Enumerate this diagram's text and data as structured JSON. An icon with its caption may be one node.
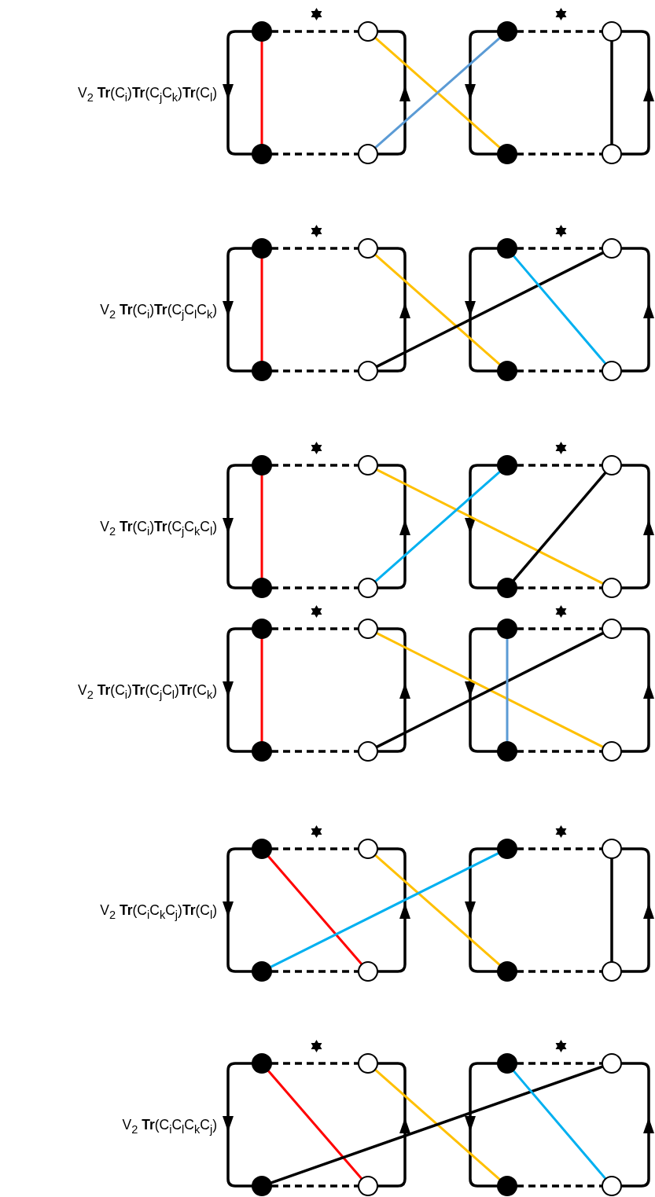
{
  "diagram": {
    "nodes": [
      {
        "text": [],
        "shape": "circle"
      },
      {
        "text": [],
        "shape": "circle"
      },
      {
        "text": [],
        "shape": "circle"
      },
      {
        "text": [],
        "shape": "circle"
      },
      {
        "text": [],
        "shape": "circle"
      },
      {
        "text": [],
        "shape": "circle"
      },
      {
        "text": [],
        "shape": "circle"
      },
      {
        "text": [],
        "shape": "circle"
      },
      {
        "text": [],
        "shape": "circle"
      },
      {
        "text": [],
        "shape": "circle"
      },
      {
        "text": [],
        "shape": "circle"
      },
      {
        "text": [],
        "shape": "circle"
      },
      {
        "text": [],
        "shape": "circle"
      },
      {
        "text": [],
        "shape": "circle"
      },
      {
        "text": [],
        "shape": "circle"
      },
      {
        "text": [],
        "shape": "circle"
      },
      {
        "text": [],
        "shape": "circle"
      },
      {
        "text": [],
        "shape": "circle"
      },
      {
        "text": [],
        "shape": "circle"
      },
      {
        "text": [],
        "shape": "circle"
      },
      {
        "text": [],
        "shape": "circle"
      },
      {
        "text": [],
        "shape": "circle"
      },
      {
        "text": [],
        "shape": "circle"
      },
      {
        "text": [],
        "shape": "circle"
      },
      {
        "text": [],
        "shape": "circle"
      },
      {
        "text": [],
        "shape": "circle"
      },
      {
        "text": [],
        "shape": "circle"
      },
      {
        "text": [],
        "shape": "circle"
      },
      {
        "text": [],
        "shape": "circle"
      },
      {
        "text": [],
        "shape": "circle"
      },
      {
        "text": [],
        "shape": "circle"
      },
      {
        "text": [],
        "shape": "circle"
      },
      {
        "text": [],
        "shape": "circle"
      },
      {
        "text": [],
        "shape": "circle"
      },
      {
        "text": [],
        "shape": "circle"
      },
      {
        "text": [],
        "shape": "circle"
      },
      {
        "text": [],
        "shape": "circle"
      },
      {
        "text": [],
        "shape": "circle"
      },
      {
        "text": [],
        "shape": "circle"
      },
      {
        "text": [],
        "shape": "circle"
      },
      {
        "text": [],
        "shape": "circle"
      },
      {
        "text": [],
        "shape": "circle"
      },
      {
        "text": [],
        "shape": "circle"
      },
      {
        "text": [],
        "shape": "circle"
      },
      {
        "text": [],
        "shape": "circle"
      },
      {
        "text": [],
        "shape": "circle"
      },
      {
        "text": [],
        "shape": "circle"
      },
      {
        "text": [],
        "shape": "circle"
      }
    ],
    "edges": [
      {
        "from": 0,
        "to": 1,
        "arrow": "none",
        "style": "dashed"
      },
      {
        "from": 2,
        "to": 3,
        "arrow": "none",
        "style": "dashed"
      },
      {
        "from": 4,
        "to": 5,
        "arrow": "none",
        "style": "dashed"
      },
      {
        "from": 6,
        "to": 7,
        "arrow": "none",
        "style": "dashed"
      },
      {
        "from": 0,
        "to": 4,
        "arrow": "to"
      },
      {
        "from": 5,
        "to": 1,
        "arrow": "to"
      },
      {
        "from": 2,
        "to": 6,
        "arrow": "to"
      },
      {
        "from": 7,
        "to": 3,
        "arrow": "to"
      },
      {
        "from": 0,
        "to": 4,
        "arrow": "none",
        "color": "#ff0000"
      },
      {
        "from": 1,
        "to": 6,
        "arrow": "none",
        "color": "#ffc000"
      },
      {
        "from": 5,
        "to": 2,
        "arrow": "none",
        "color": "#5b9bd5"
      },
      {
        "from": 3,
        "to": 7,
        "arrow": "none"
      },
      {
        "from": 8,
        "to": 9,
        "arrow": "none",
        "style": "dashed"
      },
      {
        "from": 10,
        "to": 11,
        "arrow": "none",
        "style": "dashed"
      },
      {
        "from": 12,
        "to": 13,
        "arrow": "none",
        "style": "dashed"
      },
      {
        "from": 14,
        "to": 15,
        "arrow": "none",
        "style": "dashed"
      },
      {
        "from": 8,
        "to": 12,
        "arrow": "to"
      },
      {
        "from": 13,
        "to": 9,
        "arrow": "to"
      },
      {
        "from": 10,
        "to": 14,
        "arrow": "to"
      },
      {
        "from": 15,
        "to": 11,
        "arrow": "to"
      },
      {
        "from": 8,
        "to": 12,
        "arrow": "none",
        "color": "#ff0000"
      },
      {
        "from": 9,
        "to": 14,
        "arrow": "none",
        "color": "#ffc000"
      },
      {
        "from": 13,
        "to": 11,
        "arrow": "none"
      },
      {
        "from": 10,
        "to": 15,
        "arrow": "none",
        "color": "#00b0f0"
      },
      {
        "from": 16,
        "to": 17,
        "arrow": "none",
        "style": "dashed"
      },
      {
        "from": 18,
        "to": 19,
        "arrow": "none",
        "style": "dashed"
      },
      {
        "from": 20,
        "to": 21,
        "arrow": "none",
        "style": "dashed"
      },
      {
        "from": 22,
        "to": 23,
        "arrow": "none",
        "style": "dashed"
      },
      {
        "from": 16,
        "to": 20,
        "arrow": "to"
      },
      {
        "from": 21,
        "to": 17,
        "arrow": "to"
      },
      {
        "from": 18,
        "to": 22,
        "arrow": "to"
      },
      {
        "from": 23,
        "to": 19,
        "arrow": "to"
      },
      {
        "from": 16,
        "to": 20,
        "arrow": "none",
        "color": "#ff0000"
      },
      {
        "from": 17,
        "to": 23,
        "arrow": "none",
        "color": "#ffc000"
      },
      {
        "from": 21,
        "to": 18,
        "arrow": "none",
        "color": "#00b0f0"
      },
      {
        "from": 19,
        "to": 22,
        "arrow": "none"
      },
      {
        "from": 24,
        "to": 25,
        "arrow": "none",
        "style": "dashed"
      },
      {
        "from": 26,
        "to": 27,
        "arrow": "none",
        "style": "dashed"
      },
      {
        "from": 28,
        "to": 29,
        "arrow": "none",
        "style": "dashed"
      },
      {
        "from": 30,
        "to": 31,
        "arrow": "none",
        "style": "dashed"
      },
      {
        "from": 24,
        "to": 28,
        "arrow": "to"
      },
      {
        "from": 29,
        "to": 25,
        "arrow": "to"
      },
      {
        "from": 26,
        "to": 30,
        "arrow": "to"
      },
      {
        "from": 31,
        "to": 27,
        "arrow": "to"
      },
      {
        "from": 24,
        "to": 28,
        "arrow": "none",
        "color": "#ff0000"
      },
      {
        "from": 25,
        "to": 31,
        "arrow": "none",
        "color": "#ffc000"
      },
      {
        "from": 29,
        "to": 27,
        "arrow": "none"
      },
      {
        "from": 26,
        "to": 30,
        "arrow": "none",
        "color": "#5b9bd5"
      },
      {
        "from": 32,
        "to": 33,
        "arrow": "none",
        "style": "dashed"
      },
      {
        "from": 34,
        "to": 35,
        "arrow": "none",
        "style": "dashed"
      },
      {
        "from": 36,
        "to": 37,
        "arrow": "none",
        "style": "dashed"
      },
      {
        "from": 38,
        "to": 39,
        "arrow": "none",
        "style": "dashed"
      },
      {
        "from": 32,
        "to": 36,
        "arrow": "to"
      },
      {
        "from": 37,
        "to": 33,
        "arrow": "to"
      },
      {
        "from": 34,
        "to": 38,
        "arrow": "to"
      },
      {
        "from": 39,
        "to": 35,
        "arrow": "to"
      },
      {
        "from": 32,
        "to": 37,
        "arrow": "none",
        "color": "#ff0000"
      },
      {
        "from": 33,
        "to": 38,
        "arrow": "none",
        "color": "#ffc000"
      },
      {
        "from": 36,
        "to": 34,
        "arrow": "none",
        "color": "#00b0f0"
      },
      {
        "from": 35,
        "to": 39,
        "arrow": "none"
      },
      {
        "from": 40,
        "to": 41,
        "arrow": "none",
        "style": "dashed"
      },
      {
        "from": 42,
        "to": 43,
        "arrow": "none",
        "style": "dashed"
      },
      {
        "from": 44,
        "to": 45,
        "arrow": "none",
        "style": "dashed"
      },
      {
        "from": 46,
        "to": 47,
        "arrow": "none",
        "style": "dashed"
      },
      {
        "from": 40,
        "to": 44,
        "arrow": "to"
      },
      {
        "from": 45,
        "to": 41,
        "arrow": "to"
      },
      {
        "from": 42,
        "to": 46,
        "arrow": "to"
      },
      {
        "from": 47,
        "to": 43,
        "arrow": "to"
      },
      {
        "from": 40,
        "to": 45,
        "arrow": "none",
        "color": "#ff0000"
      },
      {
        "from": 41,
        "to": 46,
        "arrow": "none",
        "color": "#ffc000"
      },
      {
        "from": 44,
        "to": 43,
        "arrow": "none"
      },
      {
        "from": 42,
        "to": 47,
        "arrow": "none",
        "color": "#00b0f0"
      }
    ],
    "labels": [
      "V$_{2}$ **Tr**(C$_{i}$)**Tr**(C$_{j}$C$_{k}$)**Tr**(C$_{l}$)",
      "V$_{2}$ **Tr**(C$_{i}$)**Tr**(C$_{j}$C$_{l}$C$_{k}$)",
      "V$_{2}$ **Tr**(C$_{i}$)**Tr**(C$_{j}$C$_{k}$C$_{l}$)",
      "V$_{2}$ **Tr**(C$_{i}$)**Tr**(C$_{j}$C$_{l}$)**Tr**(C$_{k}$)",
      "V$_{2}$ **Tr**(C$_{i}$C$_{k}$C$_{j}$)**Tr**(C$_{l}$)",
      "V$_{2}$ **Tr**(C$_{i}$C$_{l}$C$_{k}$C$_{j}$)"
    ]
  }
}
